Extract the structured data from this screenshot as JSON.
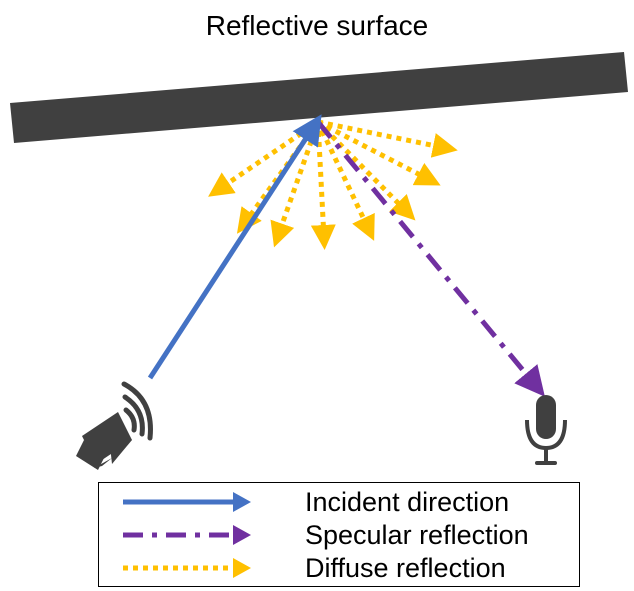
{
  "title": "Reflective surface",
  "colors": {
    "surface": "#404040",
    "incident": "#4472C4",
    "specular": "#7030A0",
    "diffuse": "#FFC000",
    "device": "#404040"
  },
  "icons": {
    "source": "speaker-icon",
    "receiver": "microphone-icon"
  },
  "legend": {
    "items": [
      {
        "label": "Incident direction",
        "style": "solid",
        "color": "#4472C4"
      },
      {
        "label": "Specular reflection",
        "style": "dash-dot",
        "color": "#7030A0"
      },
      {
        "label": "Diffuse reflection",
        "style": "dotted",
        "color": "#FFC000"
      }
    ]
  }
}
